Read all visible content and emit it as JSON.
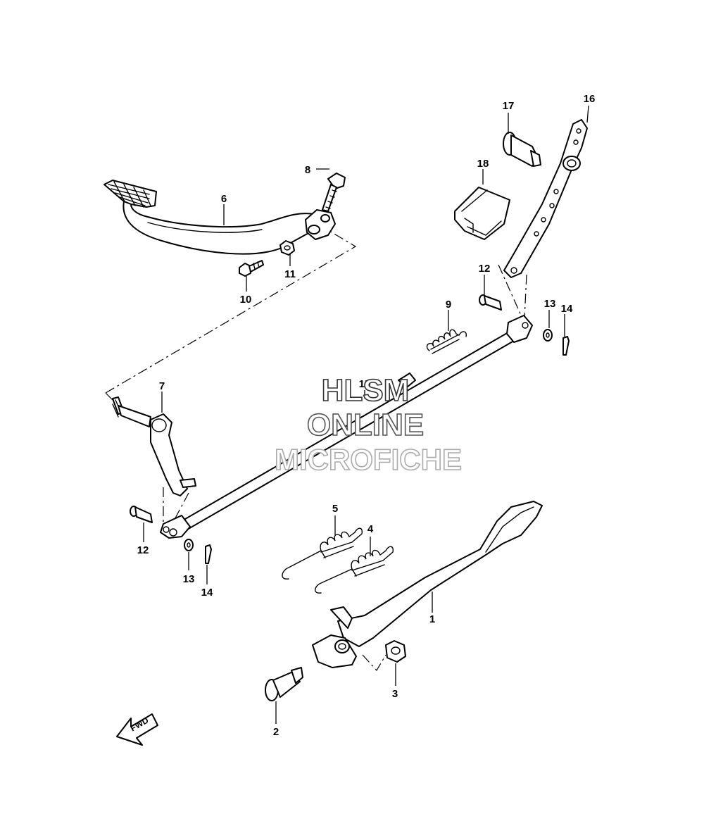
{
  "callouts": {
    "c1": "1",
    "c2": "2",
    "c3": "3",
    "c4": "4",
    "c5": "5",
    "c6": "6",
    "c7": "7",
    "c8": "8",
    "c9": "9",
    "c10": "10",
    "c11": "11",
    "c12a": "12",
    "c12b": "12",
    "c13a": "13",
    "c13b": "13",
    "c14a": "14",
    "c14b": "14",
    "c15": "15",
    "c16": "16",
    "c17": "17",
    "c18": "18"
  },
  "watermark": {
    "line1": "HLSM",
    "line2": "ONLINE",
    "line3": "MICROFICHE",
    "color1": "#333333",
    "color2": "#555555",
    "color3": "#aaaaaa"
  },
  "direction_label": "FWD"
}
